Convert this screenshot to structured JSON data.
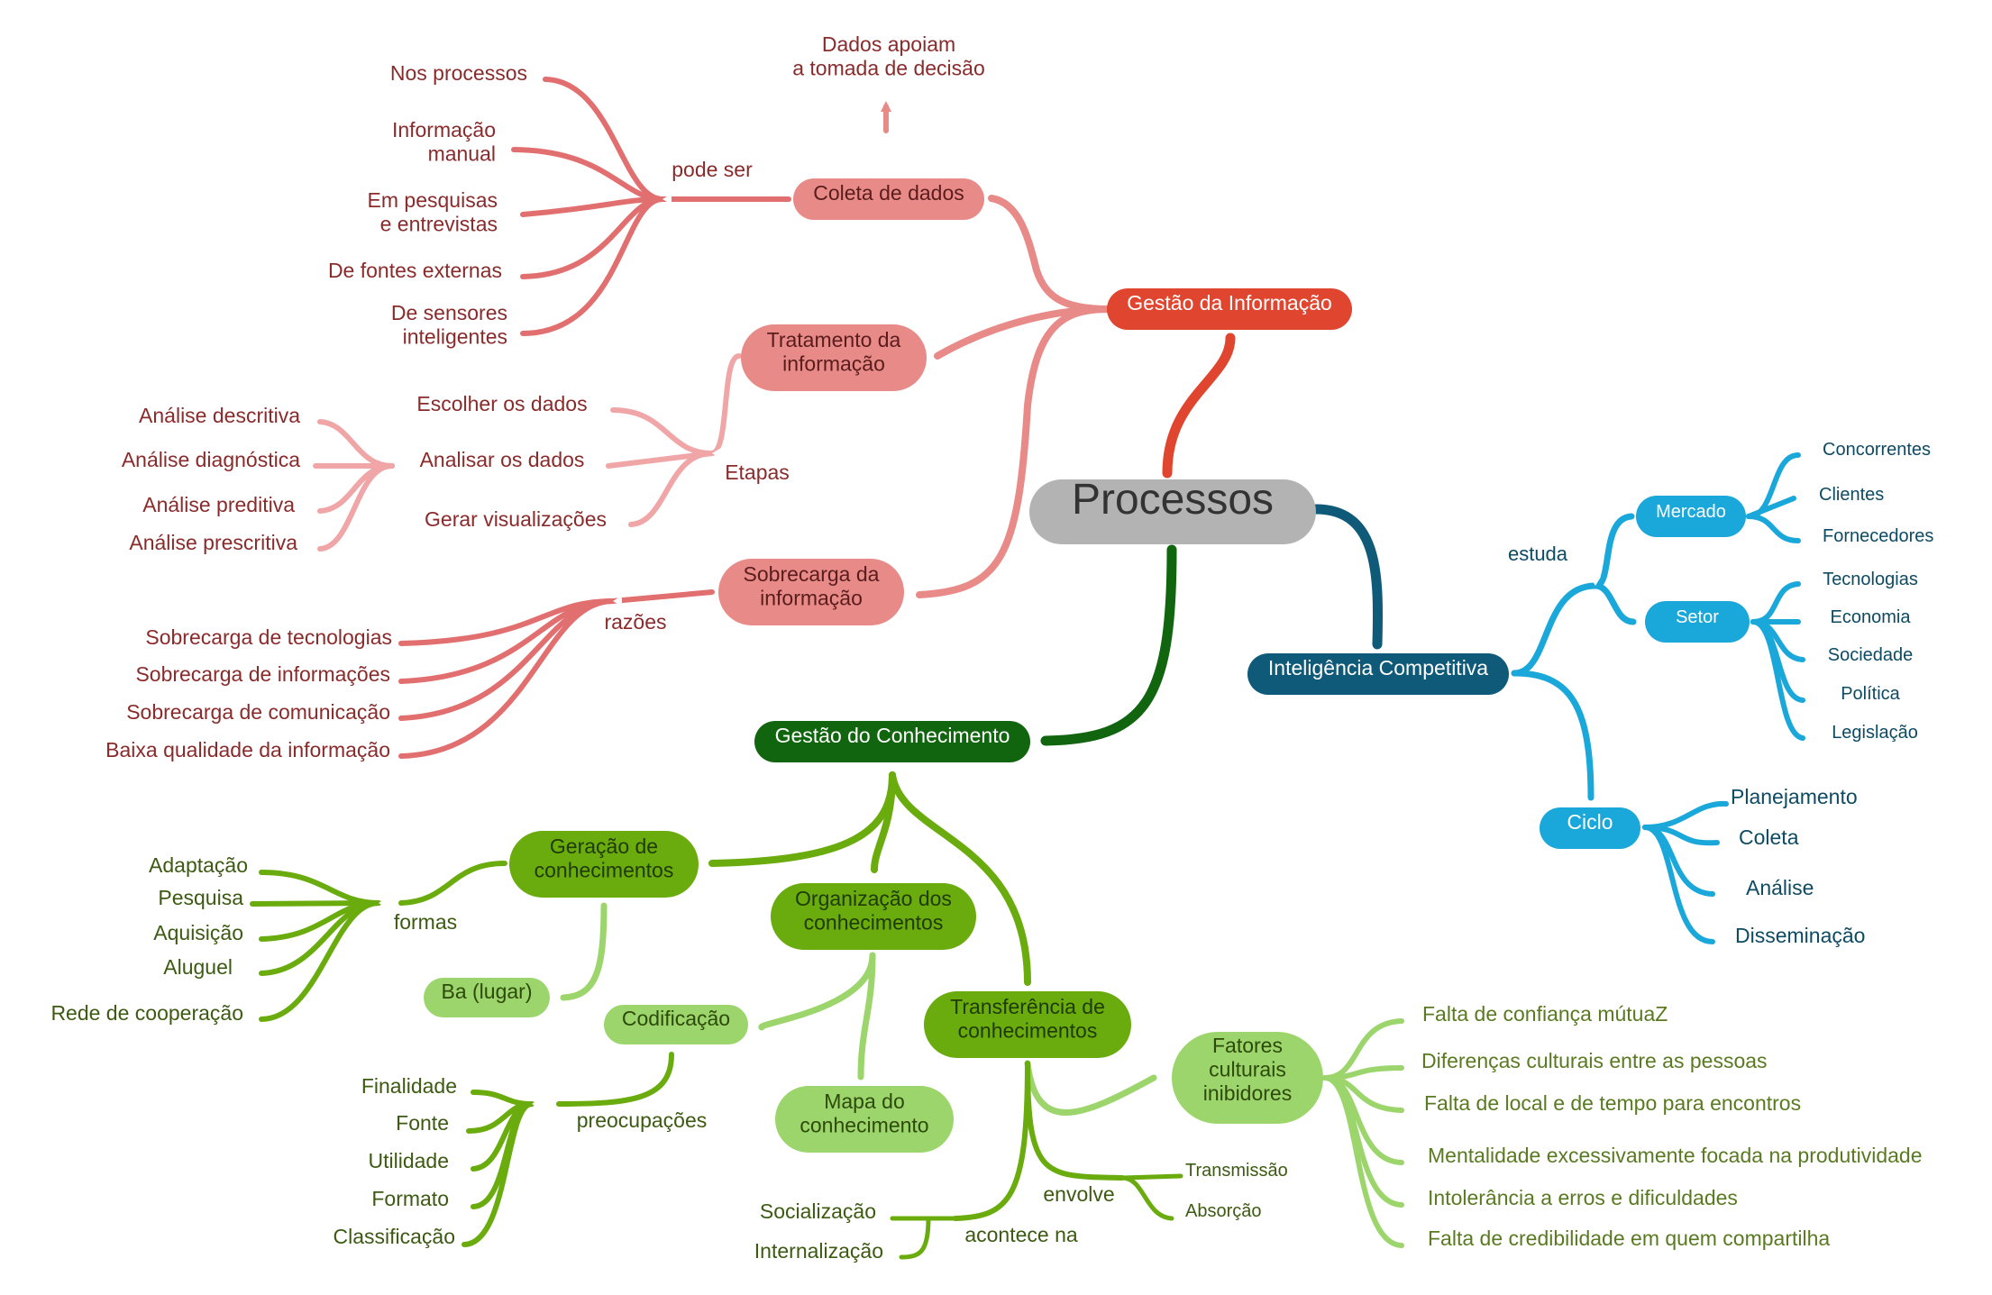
{
  "central": "Processos",
  "colors": {
    "central": "#b3b3b3",
    "gestao_info": "#e0452f",
    "info_sub": "#e88a88",
    "info_text": "#8a2b2b",
    "info_branch": "#e26f6f",
    "info_branch_light": "#f0a6a6",
    "ic": "#0f5a78",
    "ic_sub": "#1aa7d9",
    "ic_text": "#0d4a63",
    "gc": "#11650f",
    "gc_sub": "#6aac0e",
    "gc_light": "#9bd56b",
    "gc_text": "#3d5a12"
  },
  "gestao_informacao": {
    "label": "Gestão da Informação",
    "coleta": {
      "label": "Coleta de dados",
      "top_note": "Dados apoiam\na tomada de decisão",
      "link": "pode ser",
      "items": [
        "Nos processos",
        "Informação\nmanual",
        "Em pesquisas\ne entrevistas",
        "De fontes externas",
        "De sensores\ninteligentes"
      ]
    },
    "tratamento": {
      "label": "Tratamento da\ninformação",
      "link": "Etapas",
      "steps": [
        "Escolher os dados",
        "Analisar os dados",
        "Gerar visualizações"
      ],
      "analises": [
        "Análise descritiva",
        "Análise diagnóstica",
        "Análise preditiva",
        "Análise prescritiva"
      ]
    },
    "sobrecarga": {
      "label": "Sobrecarga da\ninformação",
      "link": "razões",
      "items": [
        "Sobrecarga de tecnologias",
        "Sobrecarga de informações",
        "Sobrecarga de comunicação",
        "Baixa qualidade da informação"
      ]
    }
  },
  "inteligencia_competitiva": {
    "label": "Inteligência Competitiva",
    "link": "estuda",
    "mercado": {
      "label": "Mercado",
      "items": [
        "Concorrentes",
        "Clientes",
        "Fornecedores"
      ]
    },
    "setor": {
      "label": "Setor",
      "items": [
        "Tecnologias",
        "Economia",
        "Sociedade",
        "Política",
        "Legislação"
      ]
    },
    "ciclo": {
      "label": "Ciclo",
      "items": [
        "Planejamento",
        "Coleta",
        "Análise",
        "Disseminação"
      ]
    }
  },
  "gestao_conhecimento": {
    "label": "Gestão do Conhecimento",
    "geracao": {
      "label": "Geração de\nconhecimentos",
      "link": "formas",
      "items": [
        "Adaptação",
        "Pesquisa",
        "Aquisição",
        "Aluguel",
        "Rede de cooperação"
      ],
      "ba": "Ba (lugar)"
    },
    "organizacao": {
      "label": "Organização dos\nconhecimentos",
      "codificacao": "Codificação",
      "mapa": "Mapa do\nconhecimento",
      "link": "preocupações",
      "items": [
        "Finalidade",
        "Fonte",
        "Utilidade",
        "Formato",
        "Classificação"
      ]
    },
    "transferencia": {
      "label": "Transferência de\nconhecimentos",
      "acontece_link": "acontece na",
      "acontece": [
        "Socialização",
        "Internalização"
      ],
      "envolve_link": "envolve",
      "envolve": [
        "Transmissão",
        "Absorção"
      ],
      "fatores": {
        "label": "Fatores\nculturais\ninibidores",
        "items": [
          "Falta de confiança mútuaZ",
          "Diferenças culturais entre as pessoas",
          "Falta de local e de tempo para encontros",
          "Mentalidade excessivamente focada na produtividade",
          "Intolerância a erros e dificuldades",
          "Falta de credibilidade em quem compartilha"
        ]
      }
    }
  }
}
